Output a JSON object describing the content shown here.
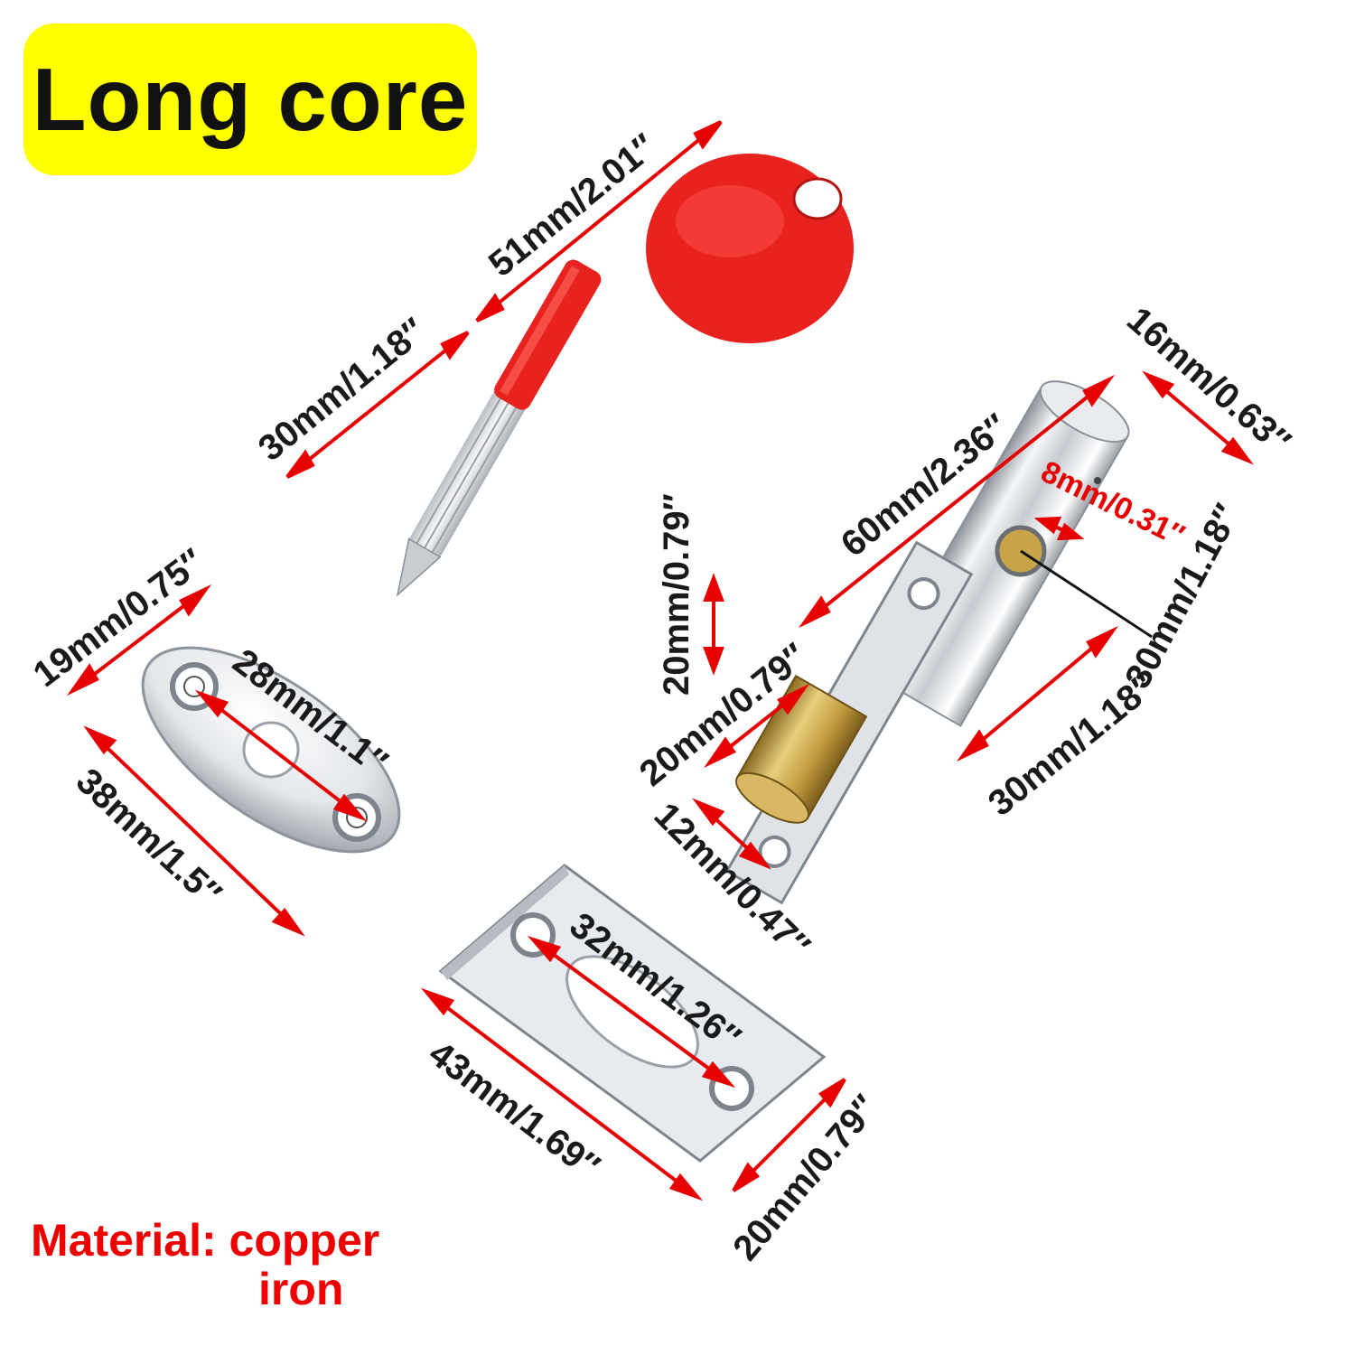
{
  "title": "Long core",
  "material": {
    "line1": "Material: copper",
    "line2": "iron"
  },
  "colors": {
    "badge": "#ffff00",
    "dimension_arrow": "#e60000",
    "label_text": "#1a1a1a",
    "key_handle": "#e8221e",
    "brass_pin": "#c9a54a",
    "chrome": "#d9dde2",
    "material_text": "#ee0000"
  },
  "key": {
    "length_total": "51mm/2.01″",
    "shaft_length": "30mm/1.18″"
  },
  "oval_plate": {
    "width": "19mm/0.75″",
    "hole_spacing": "28mm/1.1″",
    "length": "38mm/1.5″"
  },
  "bolt": {
    "plate_height": "20mm/0.79″",
    "body_length": "60mm/2.36″",
    "diameter": "16mm/0.63″",
    "keyhole": "8mm/0.31″",
    "keyhole_depth": "30mm/1.18″",
    "pin_diameter": "20mm/0.79″",
    "pin_extension": "12mm/0.47″",
    "body_lower": "30mm/1.18″"
  },
  "strike_plate": {
    "hole_spacing": "32mm/1.26″",
    "length": "43mm/1.69″",
    "width": "20mm/0.79″"
  }
}
